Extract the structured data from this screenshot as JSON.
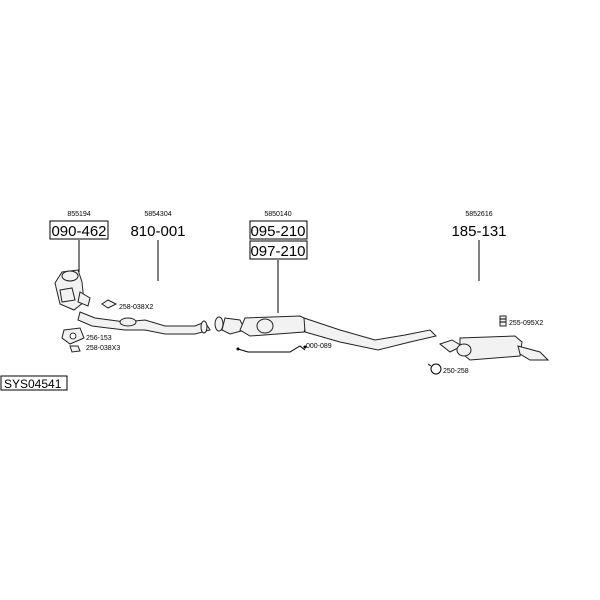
{
  "system_code": "SYS04541",
  "assemblies": [
    {
      "ref": "855194",
      "part": "090-462",
      "boxed": true
    },
    {
      "ref": "5854304",
      "part": "810-001",
      "boxed": false
    },
    {
      "ref": "5850140",
      "part": "095-210",
      "boxed": true
    },
    {
      "part2": "097-210",
      "boxed2": true
    },
    {
      "ref": "5852616",
      "part": "185-131",
      "boxed": false
    }
  ],
  "hardware_labels": {
    "gasket_258_038x2": "258-038X2",
    "gasket_256_153": "256-153",
    "gasket_258_038x3": "258-038X3",
    "bracket_000_089": "000-089",
    "clamp_255_095x2": "255-095X2",
    "clamp_250_258": "250-258"
  }
}
